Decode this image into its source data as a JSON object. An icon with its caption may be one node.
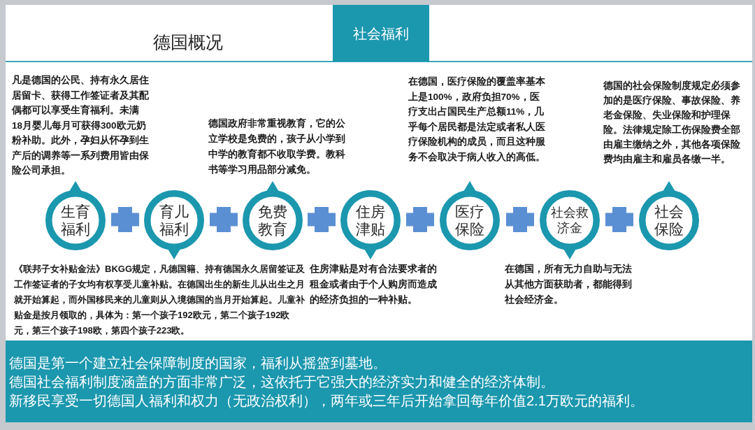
{
  "diagram": {
    "title": "德国概况",
    "nodes": [
      {
        "text": [
          "社会福利"
        ]
      },
      {
        "text": [
          "生育福利"
        ],
        "beside": [
          "凡是德国的公民、持有永久居住居留卡、获得工作签证者及其配偶都可以享受生育福利。未满18月婴儿每月可获得300欧元奶粉补助。此外，孕妇从怀孕到生产后的调养等一系列费用皆由保险公司承担。"
        ]
      },
      {
        "text": [
          "育儿福利"
        ],
        "beside": [
          "《联邦子女补贴金法》BKGG规定，凡德国籍、持有德国永久居留签证及工作签证者的子女均有权享受儿童补贴。在德国出生的新生儿从出生之月就开始算起，而外国移民来的儿童则从入境德国的当月开始算起。儿童补贴金是按月领取的，具体为：第一个孩子192欧元，第二个孩子192欧元，第三个孩子198欧，第四个孩子223欧。"
        ]
      },
      {
        "text": [
          "免费教育"
        ],
        "beside": [
          "德国政府非常重视教育，它的公立学校是免费的，孩子从小学到中学的教育都不收取学费。教科书等学习用品部分减免。"
        ]
      },
      {
        "text": [
          "住房津贴"
        ],
        "beside": [
          "住房津贴是对有合法要求者的租金或者由于个人购房而造成的经济负担的一种补贴。"
        ]
      },
      {
        "text": [
          "医疗保险"
        ],
        "beside": [
          "在德国，医疗保险的覆盖率基本上是100%，政府负担70%，医疗支出占国民生产总额11%，几乎每个居民都是法定或者私人医疗保险机构的成员，而且这种服务不会取决于病人收入的高低。"
        ]
      },
      {
        "text": [
          "社会救济金"
        ],
        "beside": [
          "在德国，所有无力自助与无法从其他方面获助者，都能得到社会经济金。"
        ]
      },
      {
        "text": [
          "社会保险"
        ],
        "beside": [
          "德国的社会保险制度规定必须参加的是医疗保险、事故保险、养老金保险、失业保险和护理保险。法律规定除工伤保险费全部由雇主缴纳之外，其他各项保险费均由雇主和雇员各缴一半。"
        ]
      },
      {
        "text": [
          "德国是第一个建立社会保障制度的国家，福利从摇篮到墓地。",
          "德国社会福利制度涵盖的方面非常广泛，这依托于它强大的经济实力和健全的经济体制。",
          "新移民享受一切德国人福利和权力（无政治权利），两年或三年后开始拿回每年价值2.1万欧元的福利。"
        ]
      }
    ]
  }
}
